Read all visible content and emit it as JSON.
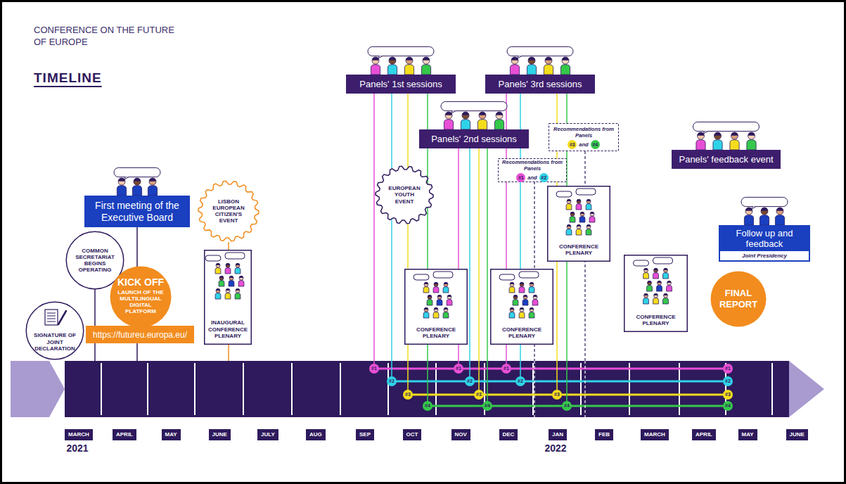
{
  "diagram": {
    "title": "CONFERENCE ON THE FUTURE OF EUROPE",
    "nodes": [
      {
        "text": [
          "First meeting of the Executive Board"
        ]
      },
      {
        "text": [
          "COMMON SECRETARIAT BEGINS OPERATING"
        ]
      },
      {
        "text": [
          "KICK OFF",
          "LAUNCH OF THE MULTILINGUAL DIGITAL PLATFORM"
        ]
      },
      {
        "text": [
          "https://futureu.europa.eu/"
        ]
      },
      {
        "text": [
          "SIGNATURE OF JOINT DECLARATION"
        ]
      },
      {
        "text": [
          "LISBON EUROPEAN CITIZEN'S EVENT"
        ]
      },
      {
        "text": [
          "INAUGURAL CONFERENCE PLENARY"
        ]
      },
      {
        "text": [
          "Panels' 1st sessions"
        ]
      },
      {
        "text": [
          "Panels' 3rd sessions"
        ]
      },
      {
        "text": [
          "Panels' 2nd sessions"
        ]
      },
      {
        "text": [
          "EUROPEAN YOUTH EVENT"
        ]
      },
      {
        "text": [
          "Recommendations from Panels",
          "#3",
          "and",
          "#4"
        ]
      },
      {
        "text": [
          "Recommendations from Panels",
          "#1",
          "and",
          "#2"
        ]
      },
      {
        "text": [
          "CONFERENCE PLENARY"
        ]
      },
      {
        "text": [
          "CONFERENCE PLENARY"
        ]
      },
      {
        "text": [
          "CONFERENCE PLENARY"
        ]
      },
      {
        "text": [
          "CONFERENCE PLENARY"
        ]
      },
      {
        "text": [
          "Panels' feedback event"
        ]
      },
      {
        "text": [
          "Follow up and feedback",
          "Joint Presidency"
        ]
      },
      {
        "text": [
          "FINAL REPORT"
        ]
      }
    ],
    "labels": [
      "TIMELINE",
      "MARCH",
      "APRIL",
      "MAY",
      "JUNE",
      "JULY",
      "AUG",
      "SEP",
      "OCT",
      "NOV",
      "DEC",
      "JAN",
      "FEB",
      "MARCH",
      "APRIL",
      "MAY",
      "JUNE",
      "2021",
      "2022",
      "#1",
      "#1",
      "#1",
      "#1",
      "#2",
      "#2",
      "#2",
      "#2",
      "#3",
      "#3",
      "#3",
      "#3",
      "#4",
      "#4",
      "#4",
      "#4"
    ]
  }
}
